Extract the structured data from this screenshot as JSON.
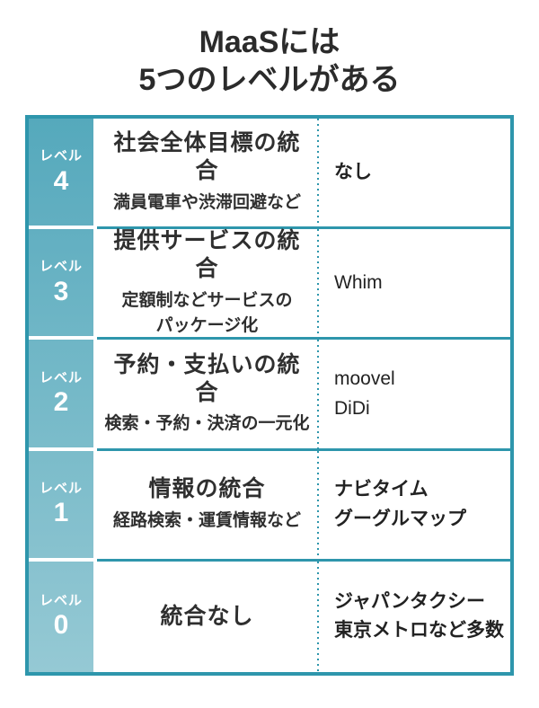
{
  "title": {
    "line1": "MaaSには",
    "line2": "5つのレベルがある"
  },
  "colors": {
    "border_teal": "#2e96ac",
    "text_dark": "#2f2f2f",
    "badge_text": "#ffffff"
  },
  "table": {
    "rows": [
      {
        "level_label": "レベル",
        "level_number": "4",
        "heading": "社会全体目標の統合",
        "description": "満員電車や渋滞回避など",
        "examples": "なし",
        "badge_top": "#55a9bc",
        "badge_bottom": "#62afc1"
      },
      {
        "level_label": "レベル",
        "level_number": "3",
        "heading": "提供サービスの統合",
        "description": "定額制などサービスの\nパッケージ化",
        "examples": "Whim",
        "badge_top": "#62afc1",
        "badge_bottom": "#6fb6c6"
      },
      {
        "level_label": "レベル",
        "level_number": "2",
        "heading": "予約・支払いの統合",
        "description": "検索・予約・決済の一元化",
        "examples": "moovel\nDiDi",
        "badge_top": "#6fb6c6",
        "badge_bottom": "#7bbcca"
      },
      {
        "level_label": "レベル",
        "level_number": "1",
        "heading": "情報の統合",
        "description": "経路検索・運賃情報など",
        "examples": "ナビタイム\nグーグルマップ",
        "badge_top": "#7bbcca",
        "badge_bottom": "#88c2cf"
      },
      {
        "level_label": "レベル",
        "level_number": "0",
        "heading": "統合なし",
        "description": "",
        "examples": "ジャパンタクシー\n東京メトロなど多数",
        "badge_top": "#88c2cf",
        "badge_bottom": "#95c9d4"
      }
    ]
  }
}
